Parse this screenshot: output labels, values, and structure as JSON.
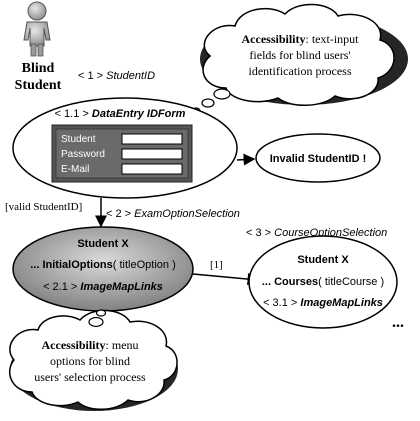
{
  "actor": {
    "line1": "Blind",
    "line2": "Student"
  },
  "labels": {
    "student_id_prefix": "< 1 > ",
    "student_id": "StudentID",
    "data_entry_prefix": "< 1.1 > ",
    "data_entry": "DataEntry IDForm",
    "valid_guard": "[valid StudentID]",
    "exam_prefix": "< 2 > ",
    "exam": "ExamOptionSelection",
    "course_prefix": "< 3 > ",
    "course": "CourseOptionSelection",
    "branch_guard": "[1]",
    "continuation": "..."
  },
  "form": {
    "fields": [
      {
        "label": "Student"
      },
      {
        "label": "Password"
      },
      {
        "label": "E-Mail"
      }
    ]
  },
  "invalid_state": {
    "text": "Invalid StudentID !"
  },
  "state_exam": {
    "title": "Student X",
    "op_prefix": "... ",
    "op_name": "InitialOptions",
    "op_open": "( ",
    "op_param": "titleOption",
    "op_close": " )",
    "link_prefix": "< 2.1 > ",
    "link": "ImageMapLinks"
  },
  "state_course": {
    "title": "Student X",
    "op_prefix": "... ",
    "op_name": "Courses",
    "op_open": "( ",
    "op_param": "titleCourse",
    "op_close": " )",
    "link_prefix": "< 3.1 > ",
    "link": "ImageMapLinks"
  },
  "cloud_top": {
    "bold": "Accessibility",
    "line1": ": text-input",
    "line2": "fields for blind users'",
    "line3": "identification process"
  },
  "cloud_bottom": {
    "bold": "Accessibility",
    "line1": ": menu",
    "line2": "options for blind",
    "line3": "users' selection process"
  }
}
